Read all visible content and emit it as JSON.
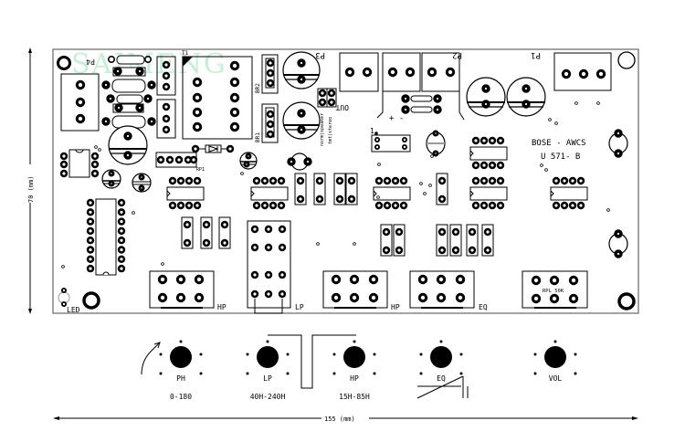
{
  "board": {
    "brand_title": "BOSE - AWCS",
    "model": "U 571- B",
    "watermark": "SAIMENG",
    "colors": {
      "ink": "#000000",
      "outline": "#555555",
      "watermark": "#b8f0cc",
      "background": "#ffffff"
    }
  },
  "dimensions": {
    "width_label": "155 (mm)",
    "height_label": "70 (mm)"
  },
  "connectors": {
    "p1": "P1",
    "p2": "P2",
    "p3": "P3",
    "p4": "P4",
    "out": "OUT",
    "out_pins": "+ -",
    "t1": "T1",
    "br1": "BR1",
    "br2": "BR2",
    "rp1": "RP1",
    "led": "LED",
    "pin1": "1",
    "vertical_text_a": "norm|speaker",
    "vertical_text_b": "tmt|stereo"
  },
  "pot_footprints": [
    {
      "label": "HP"
    },
    {
      "label": "LP"
    },
    {
      "label": "HP"
    },
    {
      "label": "EQ"
    },
    {
      "label": "RPL 50K"
    }
  ],
  "knobs": [
    {
      "label": "PH",
      "range": "0-180"
    },
    {
      "label": "LP",
      "range": "40H-240H"
    },
    {
      "label": "HP",
      "range": "15H-85H"
    },
    {
      "label": "EQ",
      "range": ""
    },
    {
      "label": "VOL",
      "range": ""
    }
  ]
}
